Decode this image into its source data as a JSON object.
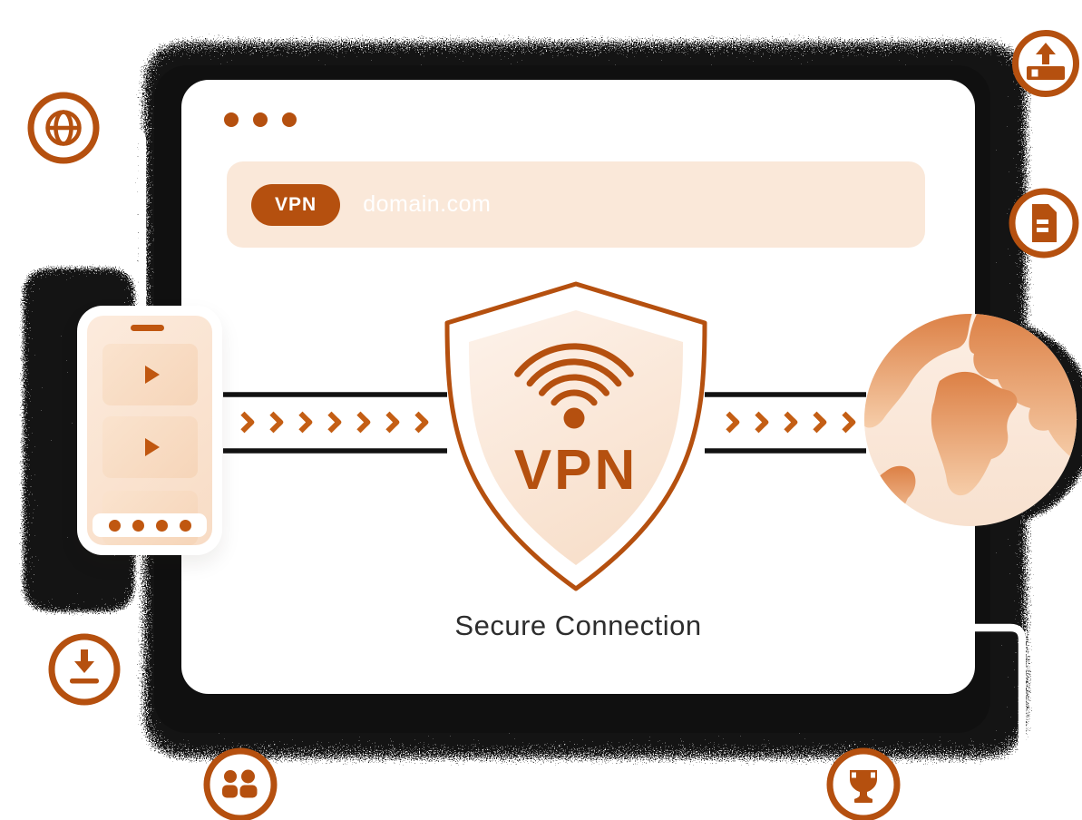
{
  "window": {
    "dots": 3,
    "address_bar": {
      "badge": "VPN",
      "url": "domain.com"
    }
  },
  "shield": {
    "label": "VPN",
    "icon": "wifi-icon"
  },
  "caption": "Secure Connection",
  "track": {
    "left_chevrons": 7,
    "right_chevrons": 5
  },
  "phone": {
    "nav_dots": 4,
    "video_cards": 3
  },
  "icons": [
    {
      "name": "globe-icon",
      "position": "top-left"
    },
    {
      "name": "upload-drive-icon",
      "position": "top-right-upper"
    },
    {
      "name": "document-icon",
      "position": "top-right-lower"
    },
    {
      "name": "download-icon",
      "position": "bottom-left"
    },
    {
      "name": "users-icon",
      "position": "bottom-center"
    },
    {
      "name": "trophy-icon",
      "position": "bottom-right"
    }
  ],
  "colors": {
    "accent": "#B5500F",
    "chevron": "#C45E14",
    "peach_bar": "#FAE8D9",
    "shield_fill_top": "#FDF2EA",
    "shield_fill_bottom": "#F8E0CC",
    "caption_text": "#2D2D2D",
    "track_line": "#121212",
    "connector_line": "#FFFFFF",
    "shadow_noise": "#141414"
  }
}
